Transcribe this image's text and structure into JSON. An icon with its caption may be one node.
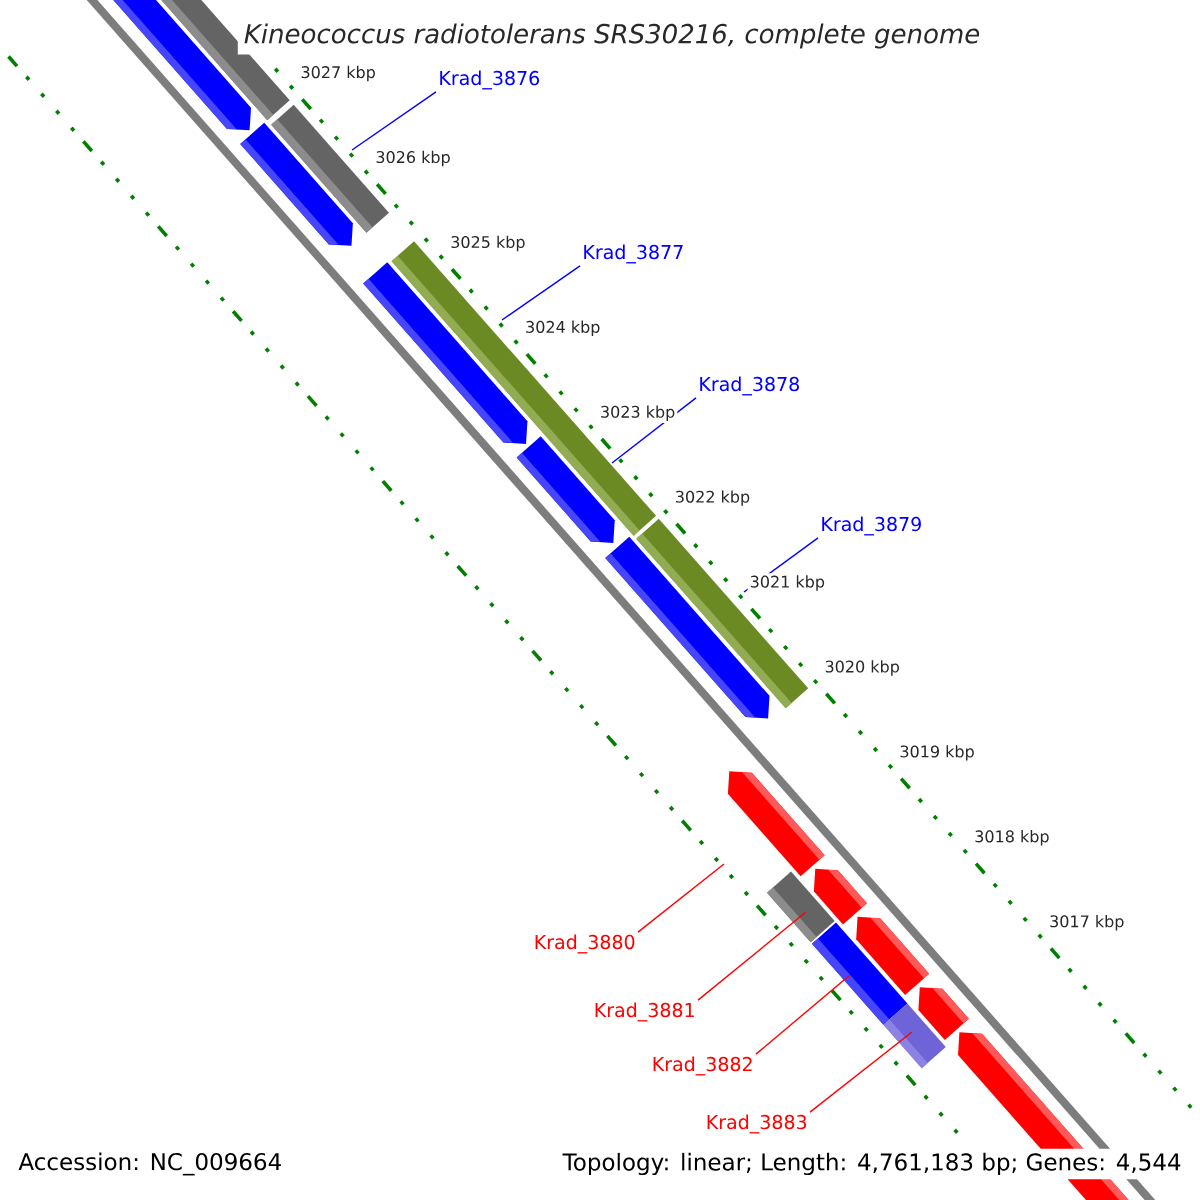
{
  "diagram": {
    "title": "Kineococcus radiotolerans SRS30216, complete genome",
    "nodes": [
      {
        "text": [
          "Krad_3876"
        ]
      },
      {
        "text": [
          "Krad_3877"
        ]
      },
      {
        "text": [
          "Krad_3878"
        ]
      },
      {
        "text": [
          "Krad_3879"
        ]
      },
      {
        "text": [
          "Krad_3880"
        ]
      },
      {
        "text": [
          "Krad_3881"
        ]
      },
      {
        "text": [
          "Krad_3882"
        ]
      },
      {
        "text": [
          "Krad_3883"
        ]
      },
      {
        "text": [],
        "shape": "arrow"
      },
      {
        "text": [],
        "shape": "arrow"
      },
      {
        "text": [],
        "shape": "arrow"
      },
      {
        "text": [],
        "shape": "arrow"
      },
      {
        "text": [],
        "shape": "arrow"
      },
      {
        "text": [],
        "shape": "arrow"
      },
      {
        "text": [],
        "shape": "arrow"
      },
      {
        "text": [],
        "shape": "arrow"
      }
    ],
    "edges": [
      {
        "from": 0,
        "to": 8,
        "arrow": "none",
        "color": "#0000ff"
      },
      {
        "from": 1,
        "to": 9,
        "arrow": "none",
        "color": "#0000ff"
      },
      {
        "from": 2,
        "to": 10,
        "arrow": "none",
        "color": "#0000ff"
      },
      {
        "from": 3,
        "to": 11,
        "arrow": "none",
        "color": "#0000ff"
      },
      {
        "from": 4,
        "to": 12,
        "arrow": "none",
        "color": "#ff0000"
      },
      {
        "from": 5,
        "to": 13,
        "arrow": "none",
        "color": "#ff0000"
      },
      {
        "from": 6,
        "to": 14,
        "arrow": "none",
        "color": "#ff0000"
      },
      {
        "from": 7,
        "to": 15,
        "arrow": "none",
        "color": "#ff0000"
      }
    ],
    "labels": [
      "3027 kbp",
      "3026 kbp",
      "3025 kbp",
      "3024 kbp",
      "3023 kbp",
      "3022 kbp",
      "3021 kbp",
      "3020 kbp",
      "3019 kbp",
      "3018 kbp",
      "3017 kbp",
      "Accession: NC_009664",
      "Topology: linear; Length: 4,761,183 bp; Genes: 4,544"
    ]
  }
}
